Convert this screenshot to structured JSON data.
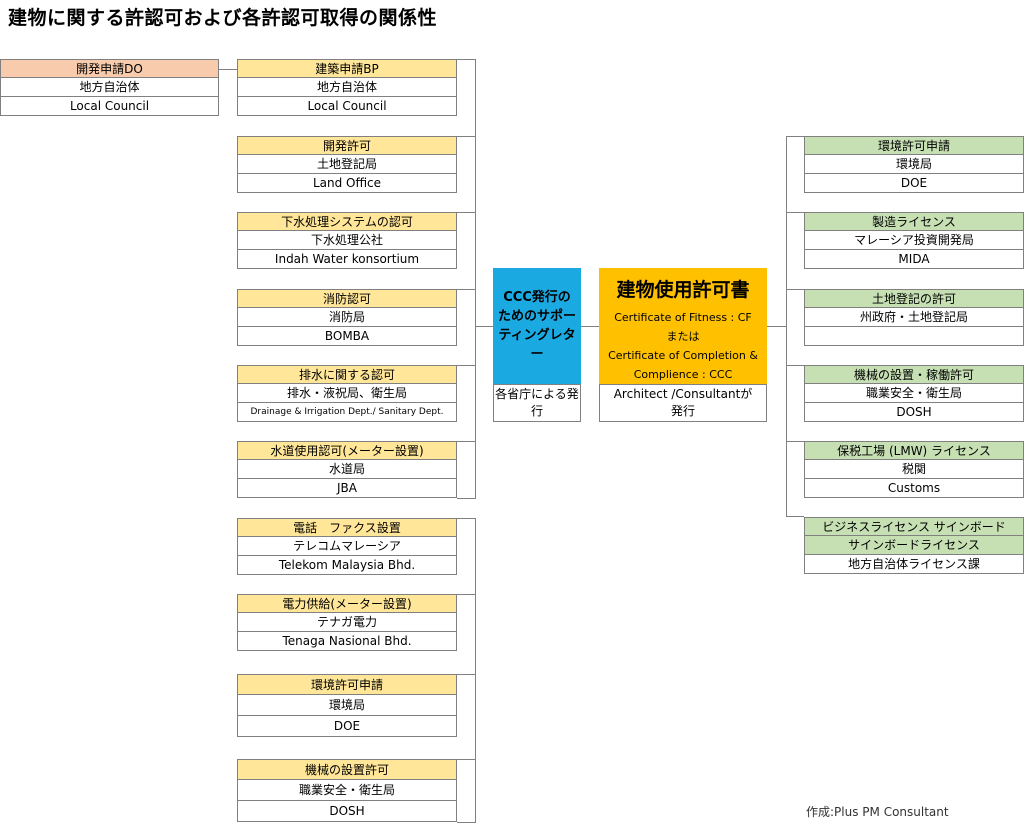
{
  "title": "建物に関する許認可および各許認可取得の関係性",
  "do_box": {
    "header": "開発申請DO",
    "authority": "地方自治体",
    "authority_en": "Local Council"
  },
  "left_boxes": [
    {
      "header": "建築申請BP",
      "authority": "地方自治体",
      "authority_en": "Local Council"
    },
    {
      "header": "開発許可",
      "authority": "土地登記局",
      "authority_en": "Land Office"
    },
    {
      "header": "下水処理システムの認可",
      "authority": "下水処理公社",
      "authority_en": "Indah Water konsortium"
    },
    {
      "header": "消防認可",
      "authority": "消防局",
      "authority_en": "BOMBA"
    },
    {
      "header": "排水に関する認可",
      "authority": "排水・液祝局、衛生局",
      "authority_en": "Drainage & Irrigation Dept./ Sanitary Dept."
    },
    {
      "header": "水道使用認可(メーター設置)",
      "authority": "水道局",
      "authority_en": "JBA"
    },
    {
      "header": "電話　ファクス設置",
      "authority": "テレコムマレーシア",
      "authority_en": "Telekom Malaysia Bhd."
    },
    {
      "header": "電力供給(メーター設置)",
      "authority": "テナガ電力",
      "authority_en": "Tenaga Nasional Bhd."
    },
    {
      "header": "環境許可申請",
      "authority": "環境局",
      "authority_en": "DOE"
    },
    {
      "header": "機械の設置許可",
      "authority": "職業安全・衛生局",
      "authority_en": "DOSH"
    }
  ],
  "ccc_letter": {
    "label": "CCC発行のためのサポーティングレター",
    "issuer": "各省庁による発行"
  },
  "main_cert": {
    "title": "建物使用許可書",
    "line1": "Certificate of Fitness : CF",
    "line2": "または",
    "line3": "Certificate of Completion &",
    "line4": "Complience : CCC",
    "issuer_line1": "Architect /Consultantが",
    "issuer_line2": "発行"
  },
  "right_boxes": [
    {
      "header": "環境許可申請",
      "authority": "環境局",
      "authority_en": "DOE"
    },
    {
      "header": "製造ライセンス",
      "authority": "マレーシア投資開発局",
      "authority_en": "MIDA"
    },
    {
      "header": "土地登記の許可",
      "authority": "州政府・土地登記局",
      "authority_en": ""
    },
    {
      "header": "機械の設置・稼働許可",
      "authority": "職業安全・衛生局",
      "authority_en": "DOSH"
    },
    {
      "header": "保税工場 (LMW) ライセンス",
      "authority": "税関",
      "authority_en": "Customs"
    },
    {
      "header": "ビジネスライセンス サインボード",
      "authority": "サインボードライセンス",
      "authority_en": "地方自治体ライセンス課"
    }
  ],
  "credit": "作成:Plus PM Consultant"
}
